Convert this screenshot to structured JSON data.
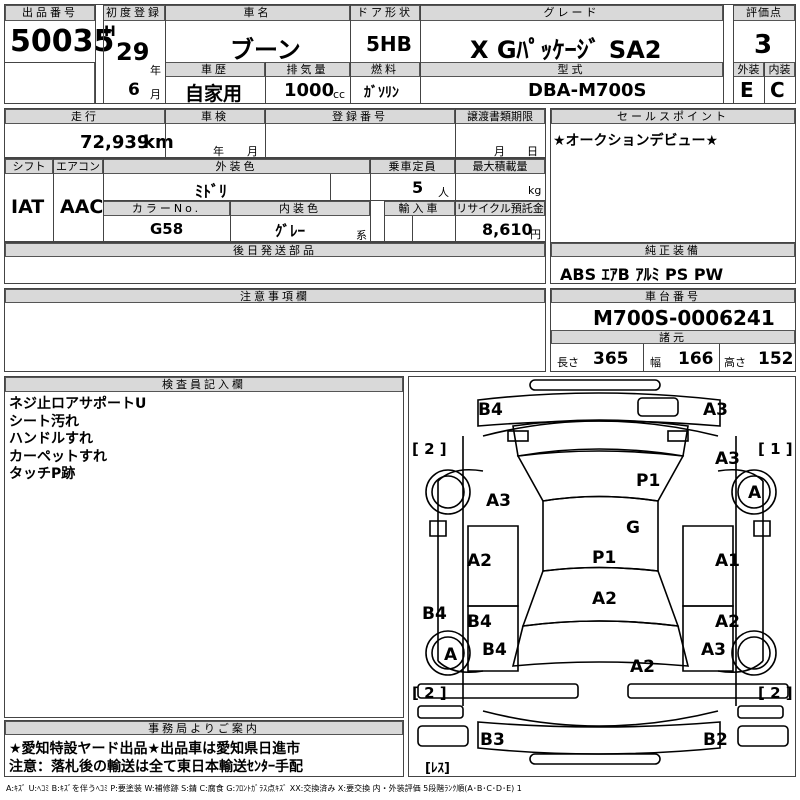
{
  "header": {
    "lot_no_label": "出品番号",
    "lot_no": "50035",
    "first_reg_label": "初度登録",
    "era": "H",
    "year": "29",
    "year_unit": "年",
    "month": "6",
    "month_unit": "月",
    "car_name_label": "車名",
    "car_name": "ブーン",
    "door_label": "ドア形状",
    "door": "5HB",
    "grade_label": "グレード",
    "grade": "X Gﾊﾟｯｹｰｼﾞ SA2",
    "score_label": "評価点",
    "score": "3",
    "history_label": "車歴",
    "history": "自家用",
    "displacement_label": "排気量",
    "displacement": "1000",
    "displacement_unit": "cc",
    "fuel_label": "燃料",
    "fuel": "ｶﾞｿﾘﾝ",
    "model_label": "型式",
    "model": "DBA-M700S",
    "ext_label": "外装",
    "ext": "E",
    "int_label": "内装",
    "int": "C"
  },
  "row2": {
    "mileage_label": "走行",
    "mileage": "72,939",
    "mileage_unit": "km",
    "inspection_label": "車検",
    "insp_year_unit": "年",
    "insp_month_unit": "月",
    "plate_label": "登録番号",
    "transfer_label": "譲渡書類期限",
    "transfer_month_unit": "月",
    "transfer_day_unit": "日",
    "sales_label": "セールスポイント",
    "sales_text": "★オークションデビュー★"
  },
  "row3": {
    "shift_label": "シフト",
    "shift": "IAT",
    "ac_label": "エアコン",
    "ac": "AAC",
    "color_label": "外装色",
    "color": "ﾐﾄﾞﾘ",
    "capacity_label": "乗車定員",
    "capacity": "5",
    "capacity_unit": "人",
    "maxload_label": "最大積載量",
    "maxload_unit": "kg",
    "colorno_label": "カラーNo.",
    "colorno": "G58",
    "interior_color_label": "内装色",
    "interior_color": "ｸﾞﾚｰ",
    "interior_suffix": "系",
    "import_label": "輸入車",
    "recycle_label": "リサイクル預託金",
    "recycle": "8,610",
    "recycle_unit": "円"
  },
  "later_parts_label": "後日発送部品",
  "equipment_label": "純正装備",
  "equipment": "ABS ｴｱB ｱﾙﾐ PS PW",
  "notes_label": "注意事項欄",
  "chassis_label": "車台番号",
  "chassis": "M700S-0006241",
  "dims_label": "諸元",
  "length_label": "長さ",
  "length": "365",
  "width_label": "幅",
  "width": "166",
  "height_label": "高さ",
  "height": "152",
  "inspector_label": "検査員記入欄",
  "inspector_notes": [
    "ネジ止ロアサポートU",
    "シート汚れ",
    "ハンドルすれ",
    "カーペットすれ",
    "タッチP跡"
  ],
  "office_label": "事務局よりご案内",
  "office_lines": [
    "★愛知特設ヤード出品★出品車は愛知県日進市",
    "注意：落札後の輸送は全て東日本輸送ｾﾝﾀｰ手配"
  ],
  "diagram": {
    "tyre_left_top": "[ 2 ]",
    "tyre_right_top": "[ 1 ]",
    "tyre_left_bottom": "[ 2 ]",
    "tyre_right_bottom": "[ 2 ]",
    "spare": "[ﾚｽ]",
    "marks": {
      "b4_tl": "B4",
      "a3_tr": "A3",
      "a3_r1": "A3",
      "a_rw1": "A",
      "p1_roof": "P1",
      "a3_l1": "A3",
      "g_glass": "G",
      "a2_l1": "A2",
      "p1_mid": "P1",
      "a1_r": "A1",
      "a2_mid": "A2",
      "b4_l": "B4",
      "b4_l2": "B4",
      "a2_r2": "A2",
      "a_lw2": "A",
      "b4_l3": "B4",
      "a3_r3": "A3",
      "a2_rear": "A2",
      "b3_bl": "B3",
      "b2_br": "B2"
    }
  },
  "legend": "A:ｷｽﾞ U:ﾍｺﾐ B:ｷｽﾞを伴うﾍｺﾐ P:要塗装 W:補修跡 S:錆 C:腐食 G:ﾌﾛﾝﾄｶﾞﾗｽ点ｷｽﾞ XX:交換済み X:要交換 内・外装評価 5段階ﾗﾝｸ順(A･B･C･D･E) 1"
}
